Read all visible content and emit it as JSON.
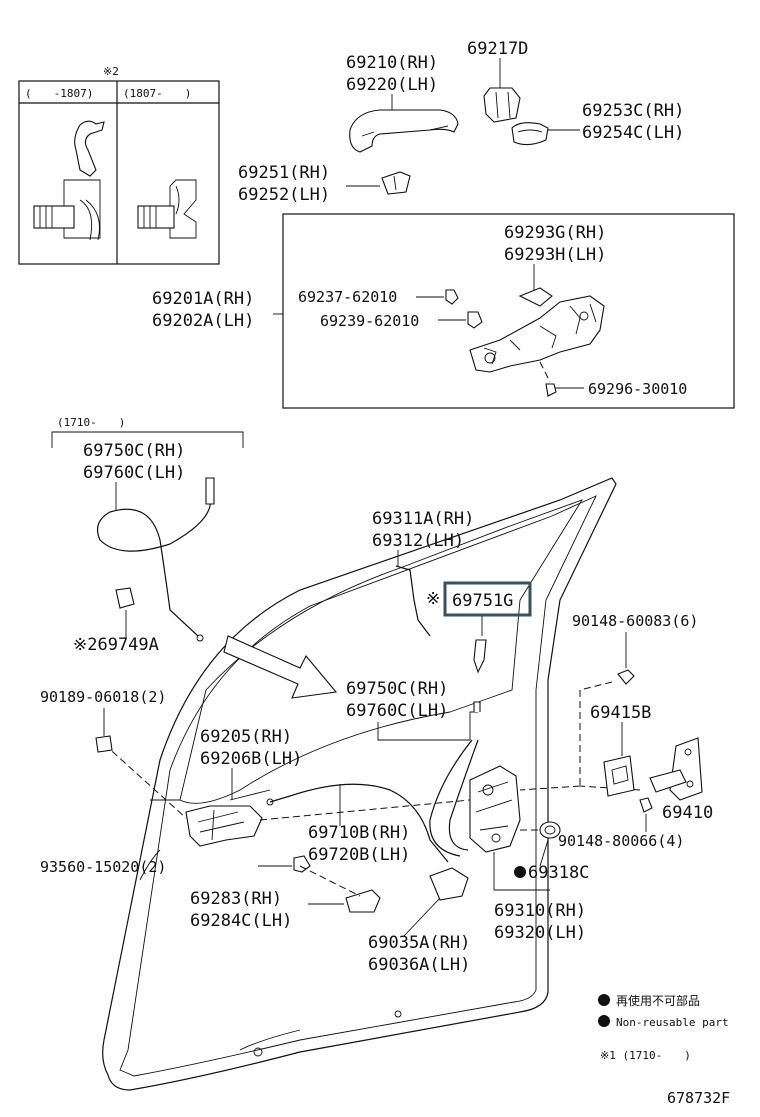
{
  "inset": {
    "note": "※2",
    "col_left": "(　　-1807)",
    "col_right": "(1807-　　)"
  },
  "cable_group": {
    "note": "(1710-　　)",
    "rh": "69750C(RH)",
    "lh": "69760C(LH)"
  },
  "parts": {
    "p69210": "69210(RH)",
    "p69220": "69220(LH)",
    "p69217D": "69217D",
    "p69253C": "69253C(RH)",
    "p69254C": "69254C(LH)",
    "p69251": "69251(RH)",
    "p69252": "69252(LH)",
    "p69293G": "69293G(RH)",
    "p69293H": "69293H(LH)",
    "p69201A": "69201A(RH)",
    "p69202A": "69202A(LH)",
    "p69237": "69237-62010",
    "p69239": "69239-62010",
    "p69296": "69296-30010",
    "p69749A": "※269749A",
    "p69311A": "69311A(RH)",
    "p69312": "69312(LH)",
    "p69751G_mark": "※",
    "p69751G": "69751G",
    "p90148a": "90148-60083(6)",
    "p90189": "90189-06018(2)",
    "p69750C_b": "69750C(RH)",
    "p69760C_b": "69760C(LH)",
    "p69415B": "69415B",
    "p69205": "69205(RH)",
    "p69206B": "69206B(LH)",
    "p69410": "69410",
    "p90148b": "90148-80066(4)",
    "p69710B": "69710B(RH)",
    "p69720B": "69720B(LH)",
    "p93560": "93560-15020(2)",
    "p69318C": "69318C",
    "p69283": "69283(RH)",
    "p69284C": "69284C(LH)",
    "p69310": "69310(RH)",
    "p69320": "69320(LH)",
    "p69035A": "69035A(RH)",
    "p69036A": "69036A(LH)"
  },
  "legend": {
    "jp": "再使用不可部品",
    "en": "Non-reusable part",
    "note1": "※1 (1710-　　)"
  },
  "diagram_id": "678732F",
  "highlight_color": "#37525c"
}
